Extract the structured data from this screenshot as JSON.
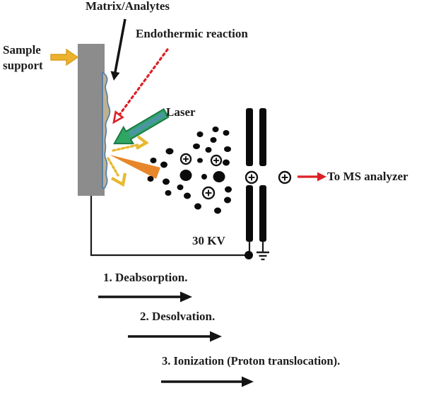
{
  "labels": {
    "matrix_analytes": "Matrix/Analytes",
    "endothermic_reaction": "Endothermic reaction",
    "sample_support_line1": "Sample",
    "sample_support_line2": "support",
    "laser": "Laser",
    "voltage": "30 KV",
    "to_ms_analyzer": "To MS analyzer"
  },
  "steps": [
    {
      "label": "1. Deabsorption."
    },
    {
      "label": "2. Desolvation."
    },
    {
      "label": "3. Ionization (Proton translocation)."
    }
  ],
  "ion_symbol": "+",
  "colors": {
    "ink": "#141414",
    "gray_bar": "#8c8c8c",
    "matrix_fill": "#bfb190",
    "matrix_stroke": "#4a7aaa",
    "laser_green": "#2fa763",
    "laser_core": "#4f93a8",
    "laser_edge": "#1d7a49",
    "yellow": "#e9b830",
    "yellow_edge": "#d7a020",
    "orange": "#e8862b",
    "red": "#dd2026",
    "particle": "#0b0b0b"
  },
  "particles": [
    [
      283,
      190,
      4.5,
      4
    ],
    [
      305,
      183,
      4.5,
      4
    ],
    [
      320,
      188,
      4.5,
      4
    ],
    [
      302,
      198,
      4.5,
      4
    ],
    [
      278,
      207,
      5,
      4
    ],
    [
      295,
      212,
      4.5,
      4
    ],
    [
      322,
      211,
      5,
      4
    ],
    [
      240,
      214,
      5.5,
      4.5
    ],
    [
      217,
      227,
      4.5,
      4
    ],
    [
      232,
      233,
      5,
      4.5
    ],
    [
      283,
      227,
      4,
      3.5
    ],
    [
      320,
      230,
      5,
      4.5
    ],
    [
      263,
      248,
      8.5,
      8
    ],
    [
      310,
      250,
      8.5,
      8
    ],
    [
      289,
      250,
      4,
      4
    ],
    [
      213,
      253,
      4.5,
      4
    ],
    [
      235,
      257,
      5,
      4.5
    ],
    [
      255,
      265,
      4.5,
      4
    ],
    [
      238,
      273,
      4.5,
      4
    ],
    [
      265,
      277,
      5,
      4.5
    ],
    [
      323,
      268,
      5,
      4.5
    ],
    [
      322,
      283,
      5,
      4.5
    ],
    [
      280,
      292,
      5,
      4.5
    ],
    [
      308,
      298,
      5,
      4.5
    ]
  ],
  "ions": [
    [
      263,
      225,
      7
    ],
    [
      306,
      227,
      7
    ],
    [
      295,
      273,
      8
    ],
    [
      356,
      251,
      8
    ],
    [
      403,
      251,
      8
    ]
  ]
}
